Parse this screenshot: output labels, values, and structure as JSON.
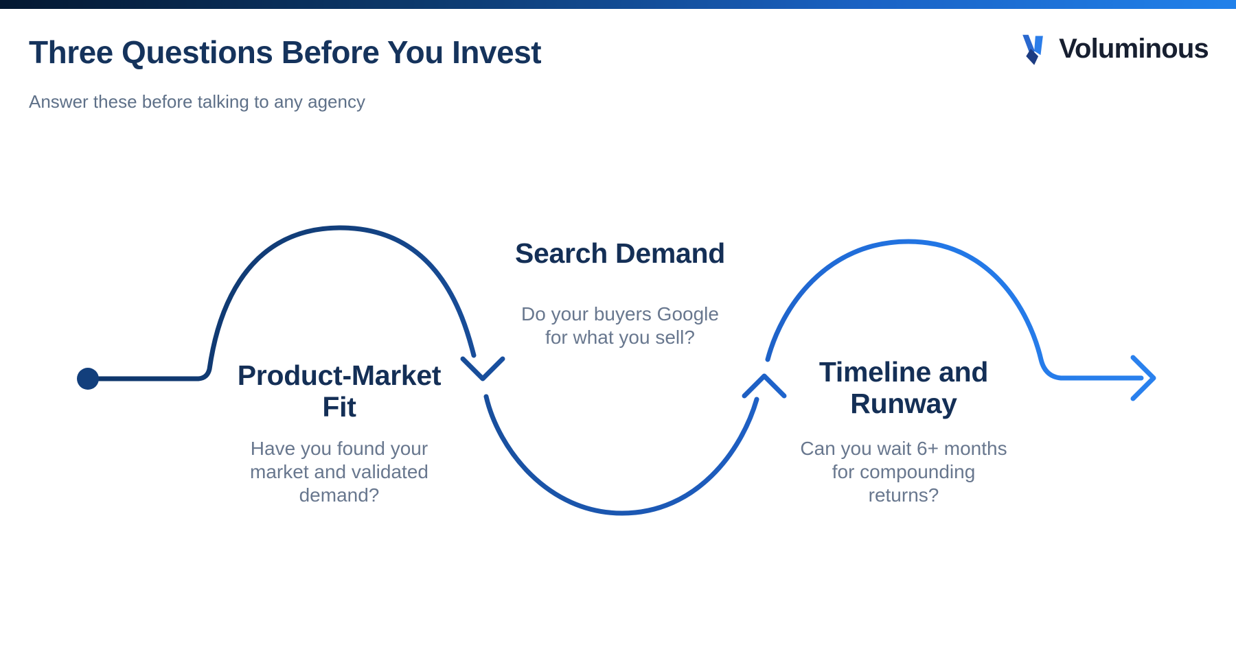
{
  "header": {
    "title": "Three Questions Before You Invest",
    "subtitle": "Answer these before talking to any agency"
  },
  "logo": {
    "text": "Voluminous",
    "icon": "voluminous-mark-icon"
  },
  "steps": [
    {
      "heading_lines": [
        "Product-Market",
        "Fit"
      ],
      "desc_lines": [
        "Have you found your",
        "market and validated",
        "demand?"
      ]
    },
    {
      "heading_lines": [
        "Search Demand"
      ],
      "desc_lines": [
        "Do your buyers Google",
        "for what you sell?"
      ]
    },
    {
      "heading_lines": [
        "Timeline and",
        "Runway"
      ],
      "desc_lines": [
        "Can you wait 6+ months",
        "for compounding",
        "returns?"
      ]
    }
  ],
  "flow": {
    "icons": [
      "start-dot",
      "arrow-down-icon",
      "arrow-up-icon",
      "arrow-right-icon"
    ],
    "colors": {
      "path_start_navy": "#0e3569",
      "path_mid_blue": "#1d5cbe",
      "path_end_bright": "#2b82ee",
      "top_bar_left": "#041831",
      "top_bar_right": "#2181ea",
      "heading_navy": "#142f56",
      "body_gray": "#68778e",
      "logo_bright_blue": "#2b7de9",
      "logo_dark_blue": "#2a68ce",
      "logo_navy": "#1c3c82"
    }
  }
}
